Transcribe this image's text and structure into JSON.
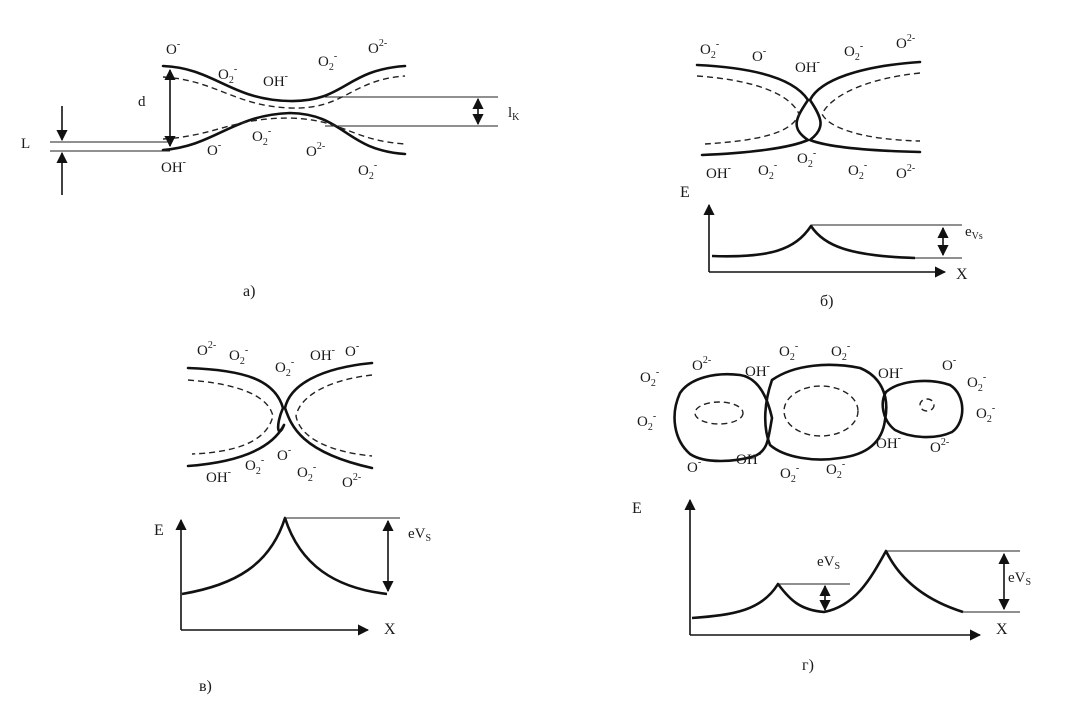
{
  "panel_a": {
    "ions_top": [
      {
        "base": "O",
        "sub": "",
        "sup": "-"
      },
      {
        "base": "O",
        "sub": "2",
        "sup": "-"
      },
      {
        "base": "OH",
        "sub": "",
        "sup": "-"
      },
      {
        "base": "O",
        "sub": "2",
        "sup": "-"
      },
      {
        "base": "O",
        "sub": "",
        "sup": "2-"
      }
    ],
    "ions_bottom": [
      {
        "base": "OH",
        "sub": "",
        "sup": "-"
      },
      {
        "base": "O",
        "sub": "",
        "sup": "-"
      },
      {
        "base": "O",
        "sub": "2",
        "sup": "-"
      },
      {
        "base": "O",
        "sub": "",
        "sup": "2-"
      },
      {
        "base": "O",
        "sub": "2",
        "sup": "-"
      }
    ],
    "label_d": "d",
    "label_L": "L",
    "label_lk": "l",
    "label_lk_sub": "K",
    "caption": "а)"
  },
  "panel_b": {
    "ions_top": [
      {
        "base": "O",
        "sub": "2",
        "sup": "-"
      },
      {
        "base": "O",
        "sub": "",
        "sup": "-"
      },
      {
        "base": "OH",
        "sub": "",
        "sup": "-"
      },
      {
        "base": "O",
        "sub": "2",
        "sup": "-"
      },
      {
        "base": "O",
        "sub": "",
        "sup": "2-"
      }
    ],
    "ions_bottom": [
      {
        "base": "OH",
        "sub": "",
        "sup": "-"
      },
      {
        "base": "O",
        "sub": "2",
        "sup": "-"
      },
      {
        "base": "O",
        "sub": "2",
        "sup": "-"
      },
      {
        "base": "O",
        "sub": "2",
        "sup": "-"
      },
      {
        "base": "O",
        "sub": "",
        "sup": "2-"
      }
    ],
    "axis_y": "E",
    "axis_x": "X",
    "barrier_label": "e",
    "barrier_sub": "Vs",
    "caption": "б)"
  },
  "panel_c": {
    "ions_top": [
      {
        "base": "O",
        "sub": "",
        "sup": "2-"
      },
      {
        "base": "O",
        "sub": "2",
        "sup": "-"
      },
      {
        "base": "O",
        "sub": "2",
        "sup": "-"
      },
      {
        "base": "OH",
        "sub": "",
        "sup": "-"
      },
      {
        "base": "O",
        "sub": "",
        "sup": "-"
      }
    ],
    "ions_bottom": [
      {
        "base": "OH",
        "sub": "",
        "sup": "-"
      },
      {
        "base": "O",
        "sub": "2",
        "sup": "-"
      },
      {
        "base": "O",
        "sub": "",
        "sup": "-"
      },
      {
        "base": "O",
        "sub": "2",
        "sup": "-"
      },
      {
        "base": "O",
        "sub": "",
        "sup": "2-"
      }
    ],
    "axis_y": "E",
    "axis_x": "X",
    "barrier_label": "eV",
    "barrier_sub": "S",
    "caption": "в)"
  },
  "panel_d": {
    "ions": [
      {
        "base": "O",
        "sub": "2",
        "sup": "-"
      },
      {
        "base": "O",
        "sub": "",
        "sup": "2-"
      },
      {
        "base": "OH",
        "sub": "",
        "sup": "-"
      },
      {
        "base": "O",
        "sub": "2",
        "sup": "-"
      },
      {
        "base": "O",
        "sub": "2",
        "sup": "-"
      },
      {
        "base": "OH",
        "sub": "",
        "sup": "-"
      },
      {
        "base": "O",
        "sub": "",
        "sup": "-"
      },
      {
        "base": "O",
        "sub": "2",
        "sup": "-"
      },
      {
        "base": "O",
        "sub": "2",
        "sup": "-"
      },
      {
        "base": "O",
        "sub": "2",
        "sup": "-"
      },
      {
        "base": "O",
        "sub": "",
        "sup": "-"
      },
      {
        "base": "OH",
        "sub": "",
        "sup": "-"
      },
      {
        "base": "O",
        "sub": "2",
        "sup": "-"
      },
      {
        "base": "O",
        "sub": "2",
        "sup": "-"
      },
      {
        "base": "OH",
        "sub": "",
        "sup": "-"
      },
      {
        "base": "O",
        "sub": "",
        "sup": "2-"
      }
    ],
    "axis_y": "E",
    "axis_x": "X",
    "barrier_small_label": "eV",
    "barrier_small_sub": "S",
    "barrier_large_label": "eV",
    "barrier_large_sub": "S",
    "caption": "г)"
  }
}
